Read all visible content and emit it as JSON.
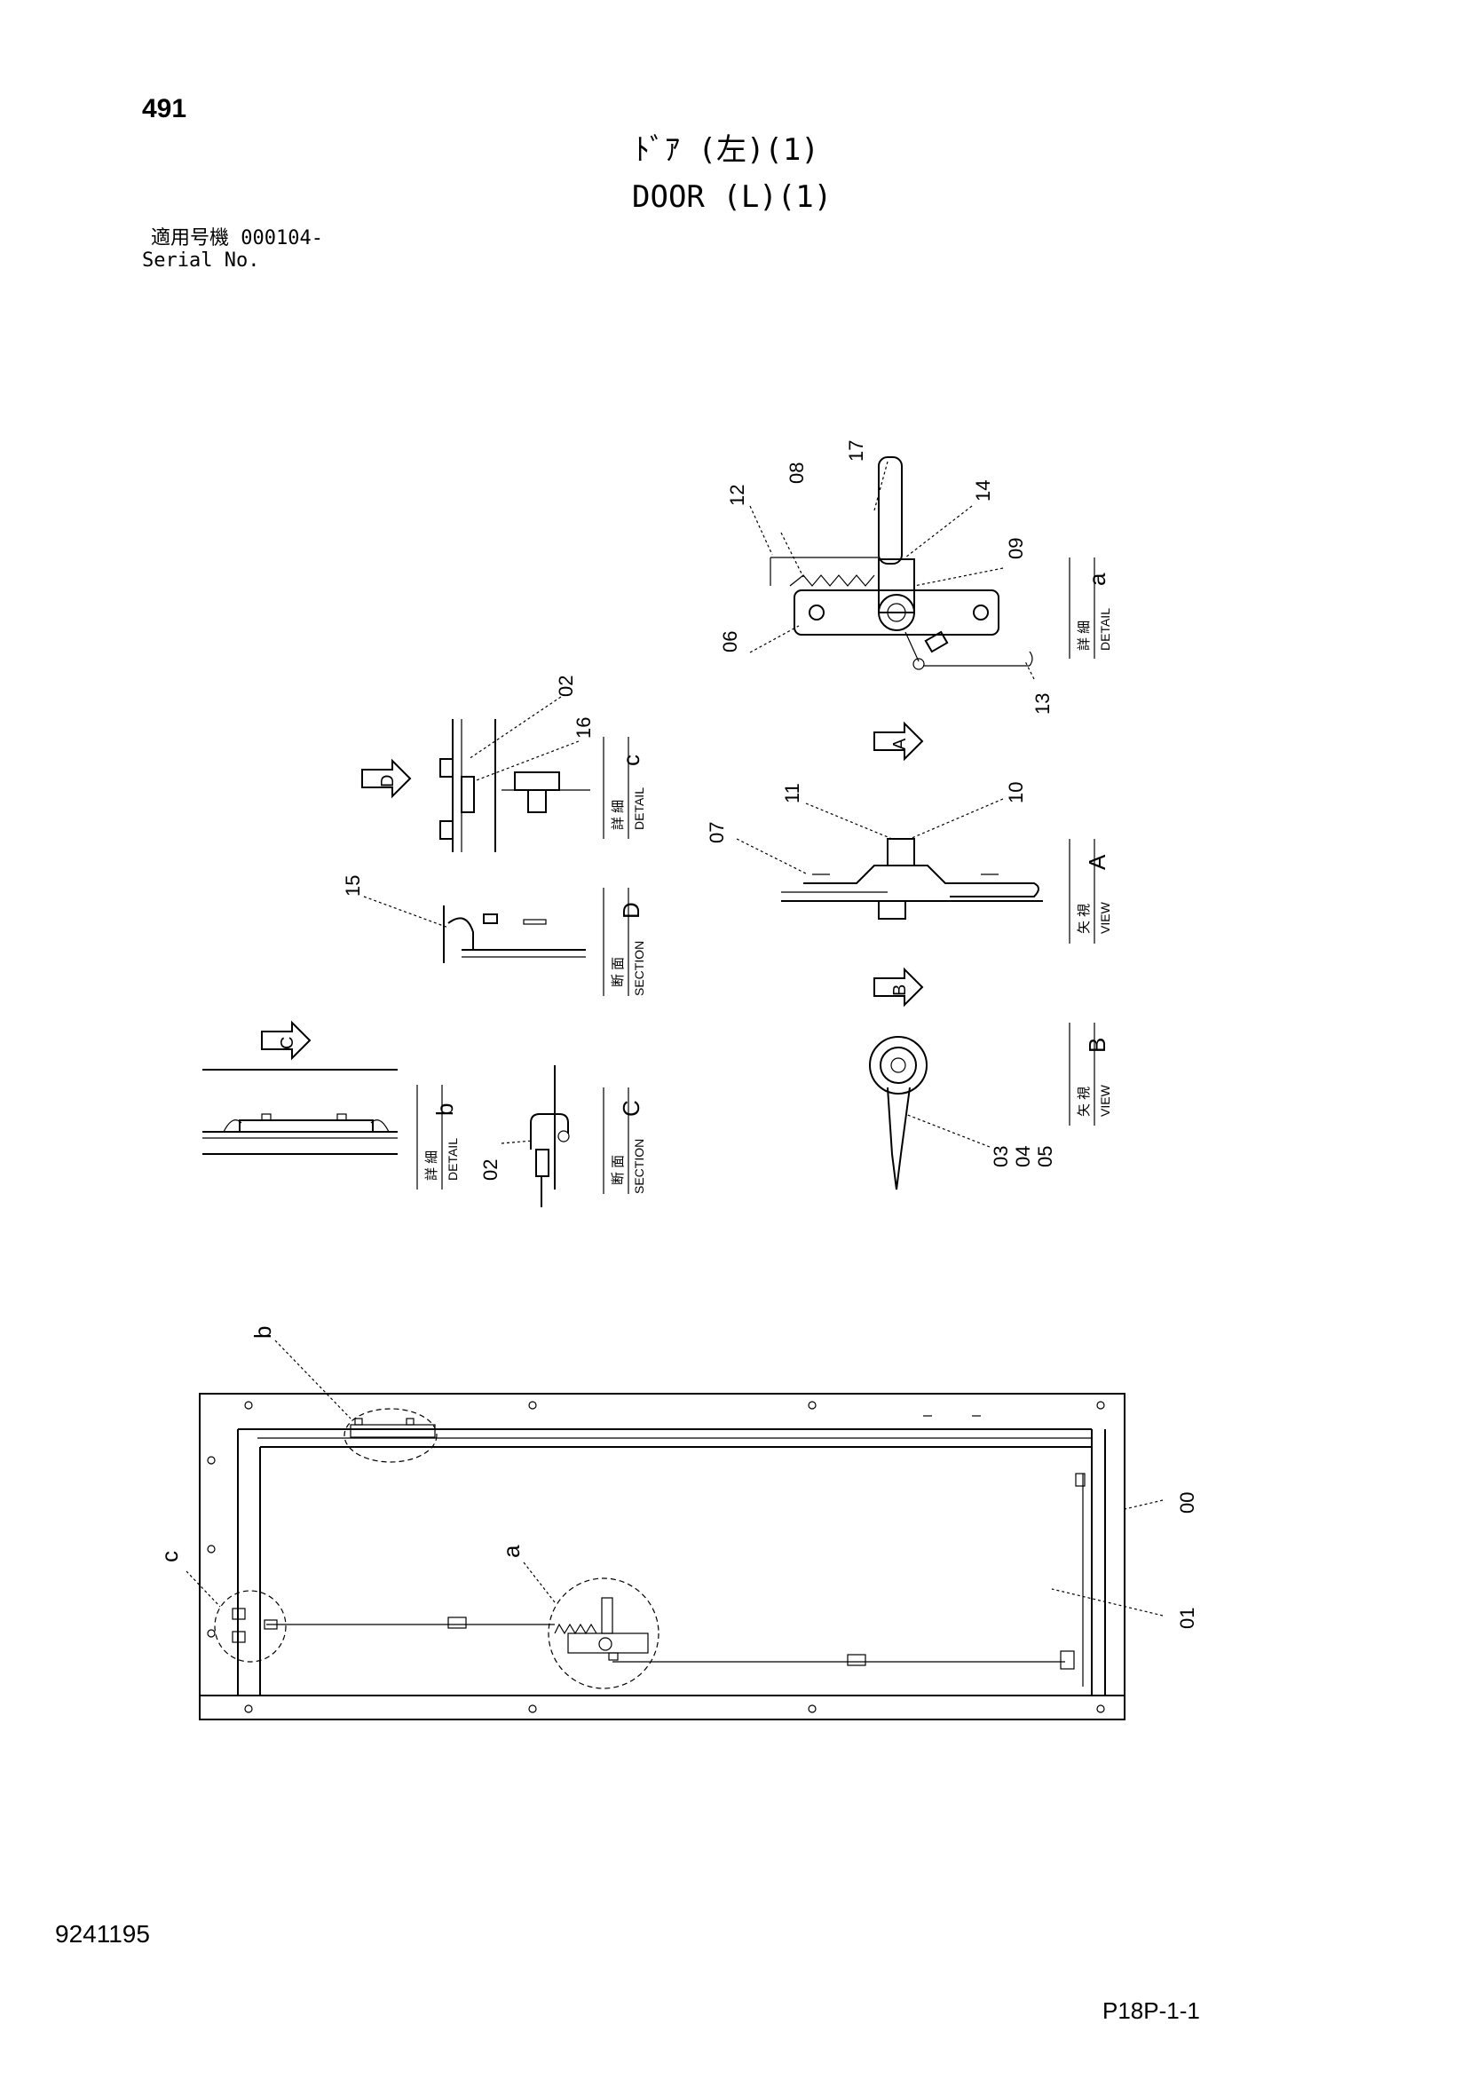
{
  "header": {
    "page_number": "491",
    "title_jp": "ﾄﾞｱ (左)(1)",
    "title_en": "DOOR (L)(1)",
    "serial_jp": "適用号機  000104-",
    "serial_en": "Serial No."
  },
  "footer": {
    "doc_number": "9241195",
    "page_code": "P18P-1-1"
  },
  "part_labels": {
    "p00": "00",
    "p01": "01",
    "p02": "02",
    "p02b": "02",
    "p03": "03",
    "p04": "04",
    "p05": "05",
    "p06": "06",
    "p07": "07",
    "p08": "08",
    "p09": "09",
    "p10": "10",
    "p11": "11",
    "p12": "12",
    "p13": "13",
    "p14": "14",
    "p15": "15",
    "p16": "16",
    "p17": "17"
  },
  "detail_labels": {
    "a": "a",
    "b": "b",
    "c": "c"
  },
  "view_arrows": {
    "A": "A",
    "B": "B",
    "C": "C",
    "D": "D"
  },
  "boxes": {
    "detail_a": {
      "jp": "詳 細",
      "en": "DETAIL",
      "letter": "a"
    },
    "view_A": {
      "jp": "矢 視",
      "en": "VIEW",
      "letter": "A"
    },
    "view_B": {
      "jp": "矢 視",
      "en": "VIEW",
      "letter": "B"
    },
    "detail_c": {
      "jp": "詳 細",
      "en": "DETAIL",
      "letter": "c"
    },
    "section_D": {
      "jp": "断 面",
      "en": "SECTION",
      "letter": "D"
    },
    "detail_b": {
      "jp": "詳 細",
      "en": "DETAIL",
      "letter": "b"
    },
    "section_C": {
      "jp": "断 面",
      "en": "SECTION",
      "letter": "C"
    }
  }
}
